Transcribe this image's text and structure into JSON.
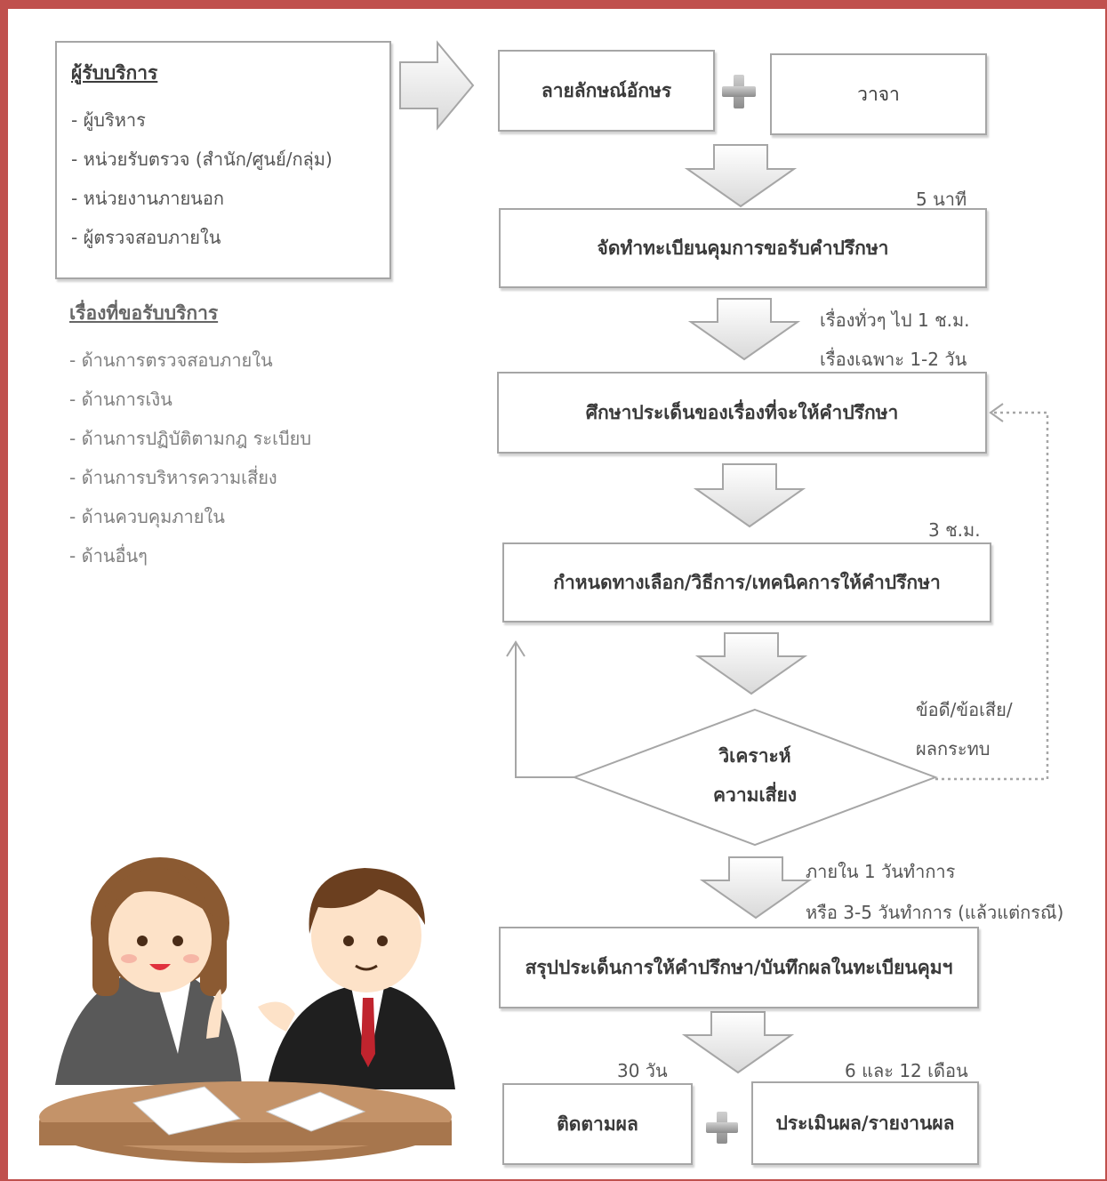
{
  "clients": {
    "title": "ผู้รับบริการ",
    "items": [
      "- ผู้บริหาร",
      "- หน่วยรับตรวจ (สำนัก/ศูนย์/กลุ่ม)",
      "- หน่วยงานภายนอก",
      "- ผู้ตรวจสอบภายใน"
    ]
  },
  "topics": {
    "title": "เรื่องที่ขอรับบริการ",
    "items": [
      "- ด้านการตรวจสอบภายใน",
      "- ด้านการเงิน",
      "- ด้านการปฏิบัติตามกฎ ระเบียบ",
      "- ด้านการบริหารความเสี่ยง",
      "- ด้านควบคุมภายใน",
      "- ด้านอื่นๆ"
    ]
  },
  "flow": {
    "written": "ลายลักษณ์อักษร",
    "verbal": "วาจา",
    "register": "จัดทำทะเบียนคุมการขอรับคำปรึกษา",
    "study": "ศึกษาประเด็นของเรื่องที่จะให้คำปรึกษา",
    "options": "กำหนดทางเลือก/วิธีการ/เทคนิคการให้คำปรึกษา",
    "analyze_line1": "วิเคราะห์",
    "analyze_line2": "ความเสี่ยง",
    "summary": "สรุปประเด็นการให้คำปรึกษา/บันทึกผลในทะเบียนคุมฯ",
    "follow": "ติดตามผล",
    "evaluate": "ประเมินผล/รายงานผล"
  },
  "notes": {
    "t1": "5 นาที",
    "t2a": "เรื่องทั่วๆ ไป  1 ช.ม.",
    "t2b": "เรื่องเฉพาะ 1-2 วัน",
    "t3": "3 ช.ม.",
    "pros_a": "ข้อดี/ข้อเสีย/",
    "pros_b": "ผลกระทบ",
    "t4a": "ภายใน 1 วันทำการ",
    "t4b": "หรือ 3-5 วันทำการ (แล้วแต่กรณี)",
    "t5": "30 วัน",
    "t6": "6 และ 12 เดือน"
  }
}
